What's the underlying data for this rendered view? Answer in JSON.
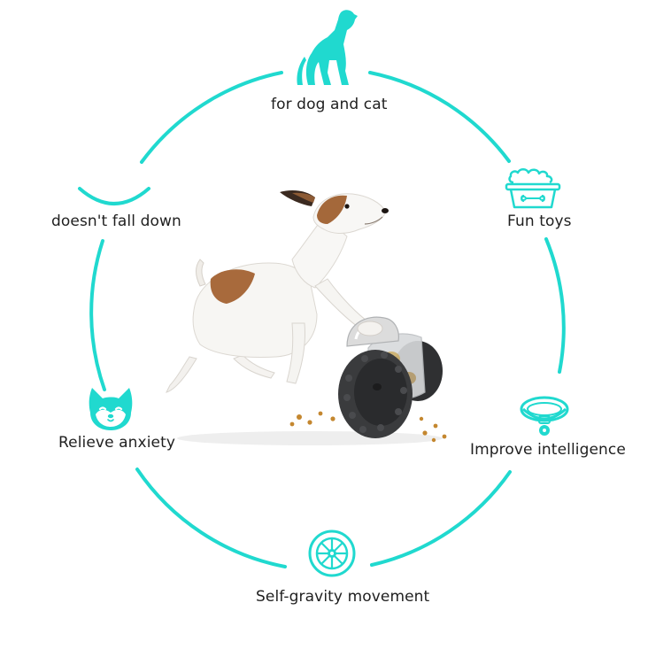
{
  "accent_color": "#20d9cf",
  "features": {
    "top": {
      "label": "for dog and cat",
      "icon": "dog-silhouette-icon"
    },
    "upper_right": {
      "label": "Fun toys",
      "icon": "food-bowl-icon"
    },
    "right": {
      "label": "Improve intelligence",
      "icon": "pet-collar-icon"
    },
    "bottom": {
      "label": "Self-gravity movement",
      "icon": "wheel-icon"
    },
    "left": {
      "label": "Relieve anxiety",
      "icon": "shiba-face-icon"
    },
    "upper_left": {
      "label": "doesn't fall down",
      "icon": "smile-arc-icon"
    }
  },
  "photo": {
    "subject": "dog-with-tumbler-feeder-toy"
  }
}
